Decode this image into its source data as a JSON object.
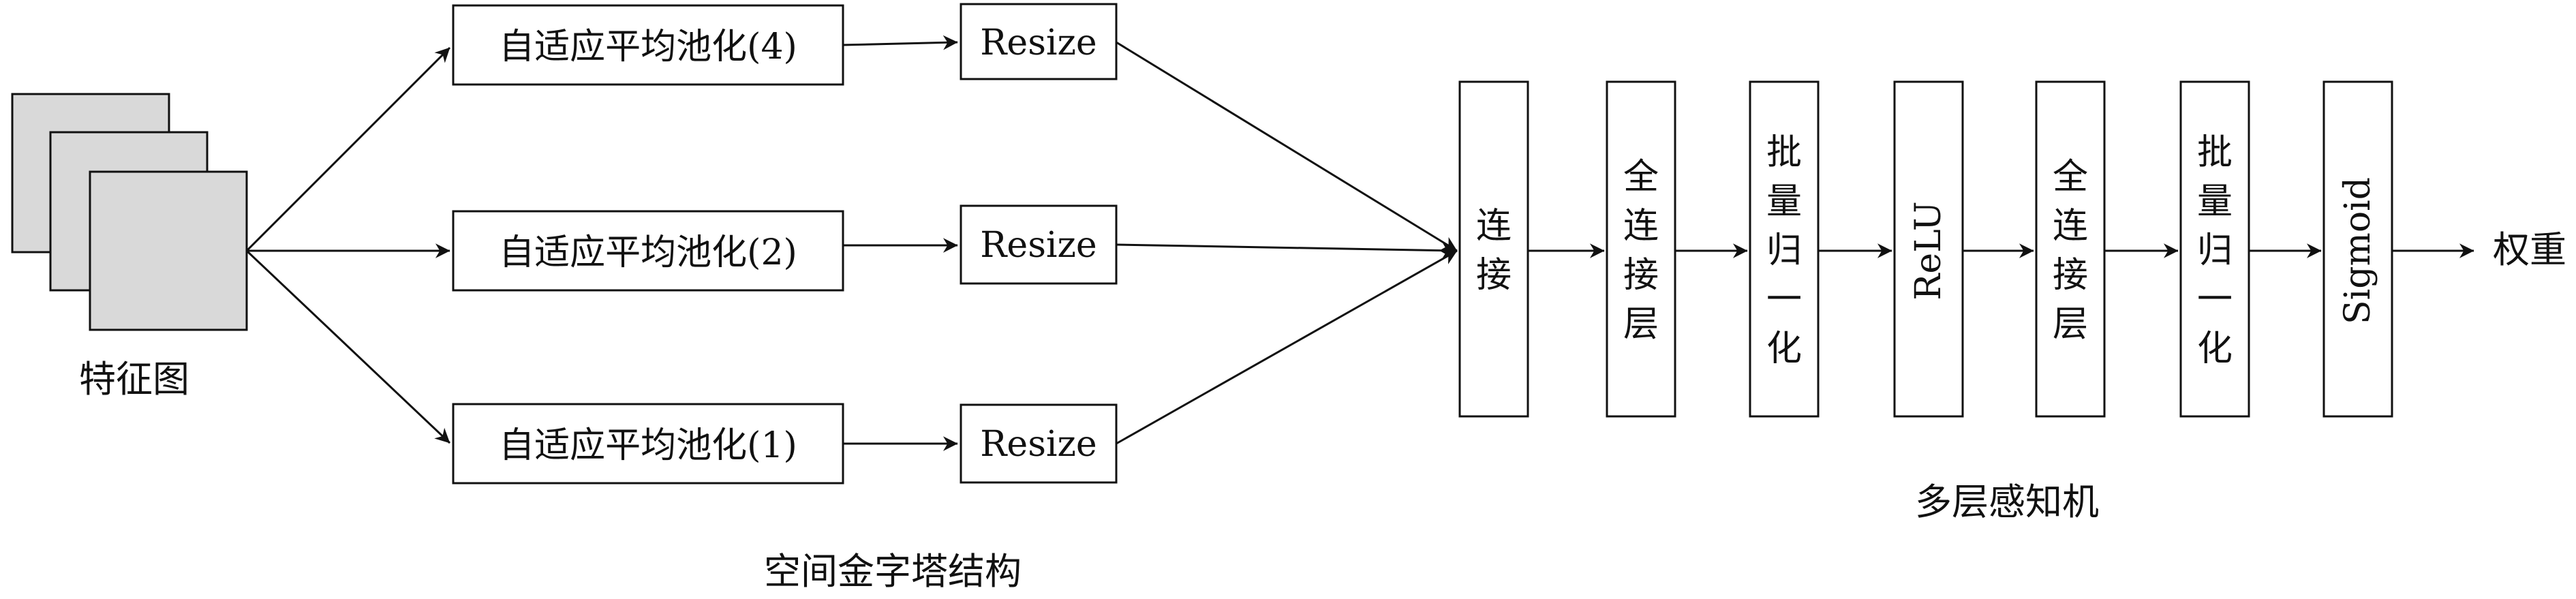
{
  "input": {
    "label": "特征图"
  },
  "pyramid": {
    "caption": "空间金字塔结构",
    "pool_labels": [
      "自适应平均池化(4)",
      "自适应平均池化(2)",
      "自适应平均池化(1)"
    ],
    "resize_labels": [
      "Resize",
      "Resize",
      "Resize"
    ]
  },
  "mlp": {
    "caption": "多层感知机",
    "blocks": [
      {
        "chars": [
          "连",
          "接"
        ],
        "rotated": ""
      },
      {
        "chars": [
          "全",
          "连",
          "接",
          "层"
        ],
        "rotated": ""
      },
      {
        "chars": [
          "批",
          "量",
          "归",
          "一",
          "化"
        ],
        "rotated": ""
      },
      {
        "chars": [],
        "rotated": "ReLU"
      },
      {
        "chars": [
          "全",
          "连",
          "接",
          "层"
        ],
        "rotated": ""
      },
      {
        "chars": [
          "批",
          "量",
          "归",
          "一",
          "化"
        ],
        "rotated": ""
      },
      {
        "chars": [],
        "rotated": "Sigmoid"
      }
    ]
  },
  "output": {
    "label": "权重"
  },
  "colors": {
    "stroke": "#111111",
    "feature_map_fill": "#d9d9d9",
    "background": "#ffffff"
  }
}
